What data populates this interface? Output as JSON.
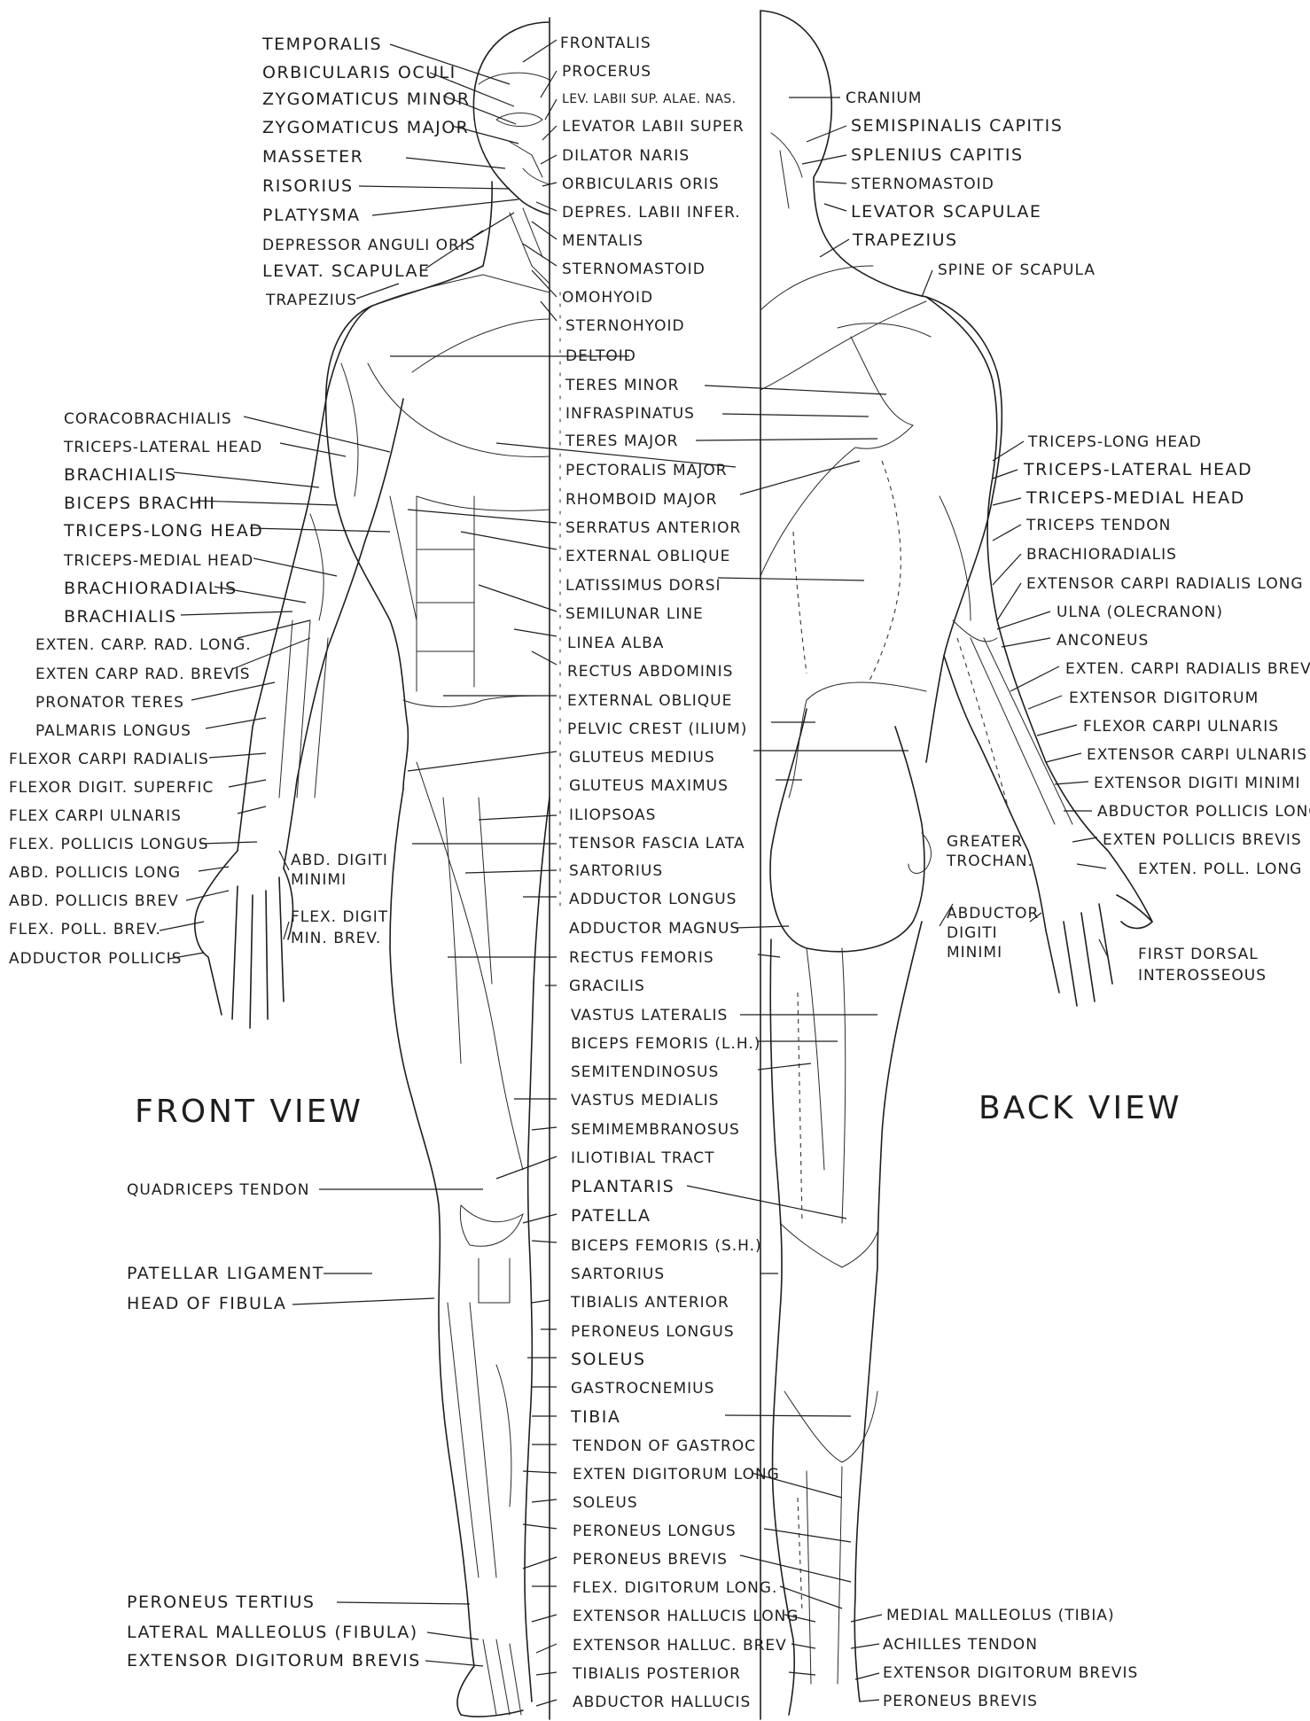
{
  "titles": {
    "front": "FRONT VIEW",
    "back": "BACK VIEW"
  },
  "front_left_labels": [
    "TEMPORALIS",
    "ORBICULARIS OCULI",
    "ZYGOMATICUS MINOR",
    "ZYGOMATICUS MAJOR",
    "MASSETER",
    "RISORIUS",
    "PLATYSMA",
    "DEPRESSOR ANGULI ORIS",
    "LEVAT. SCAPULAE",
    "TRAPEZIUS",
    "CORACOBRACHIALIS",
    "TRICEPS-LATERAL HEAD",
    "BRACHIALIS",
    "BICEPS BRACHII",
    "TRICEPS-LONG HEAD",
    "TRICEPS-MEDIAL HEAD",
    "BRACHIORADIALIS",
    "BRACHIALIS",
    "EXTEN. CARP. RAD. LONG.",
    "EXTEN CARP RAD. BREVIS",
    "PRONATOR TERES",
    "PALMARIS LONGUS",
    "FLEXOR CARPI RADIALIS",
    "FLEXOR DIGIT. SUPERFIC",
    "FLEX CARPI ULNARIS",
    "FLEX. POLLICIS LONGUS",
    "ABD. POLLICIS LONG",
    "ABD. POLLICIS BREV",
    "FLEX. POLL. BREV.",
    "ADDUCTOR POLLICIS",
    "QUADRICEPS TENDON",
    "PATELLAR LIGAMENT",
    "HEAD OF FIBULA",
    "PERONEUS TERTIUS",
    "LATERAL MALLEOLUS (FIBULA)",
    "EXTENSOR DIGITORUM BREVIS"
  ],
  "hand_labels": [
    "ABD. DIGITI",
    "MINIMI",
    "FLEX. DIGIT",
    "MIN. BREV."
  ],
  "center_labels": [
    "FRONTALIS",
    "PROCERUS",
    "LEV. LABII SUP. ALAE. NAS.",
    "LEVATOR LABII SUPER",
    "DILATOR NARIS",
    "ORBICULARIS ORIS",
    "DEPRES. LABII INFER.",
    "MENTALIS",
    "STERNOMASTOID",
    "OMOHYOID",
    "STERNOHYOID",
    "DELTOID",
    "TERES MINOR",
    "INFRASPINATUS",
    "TERES MAJOR",
    "PECTORALIS MAJOR",
    "RHOMBOID MAJOR",
    "SERRATUS ANTERIOR",
    "EXTERNAL OBLIQUE",
    "LATISSIMUS DORSI",
    "SEMILUNAR LINE",
    "LINEA ALBA",
    "RECTUS ABDOMINIS",
    "EXTERNAL OBLIQUE",
    "PELVIC CREST (ILIUM)",
    "GLUTEUS MEDIUS",
    "GLUTEUS MAXIMUS",
    "ILIOPSOAS",
    "TENSOR FASCIA LATA",
    "SARTORIUS",
    "ADDUCTOR LONGUS",
    "ADDUCTOR MAGNUS",
    "RECTUS FEMORIS",
    "GRACILIS",
    "VASTUS LATERALIS",
    "BICEPS FEMORIS (L.H.)",
    "SEMITENDINOSUS",
    "VASTUS MEDIALIS",
    "SEMIMEMBRANOSUS",
    "ILIOTIBIAL TRACT",
    "PLANTARIS",
    "PATELLA",
    "BICEPS FEMORIS (S.H.)",
    "SARTORIUS",
    "TIBIALIS ANTERIOR",
    "PERONEUS LONGUS",
    "SOLEUS",
    "GASTROCNEMIUS",
    "TIBIA",
    "TENDON OF GASTROC",
    "EXTEN DIGITORUM LONG",
    "SOLEUS",
    "PERONEUS LONGUS",
    "PERONEUS BREVIS",
    "FLEX. DIGITORUM LONG.",
    "EXTENSOR HALLUCIS LONG",
    "EXTENSOR HALLUC. BREV",
    "TIBIALIS POSTERIOR",
    "ABDUCTOR HALLUCIS"
  ],
  "back_right_labels": [
    "CRANIUM",
    "SEMISPINALIS CAPITIS",
    "SPLENIUS CAPITIS",
    "STERNOMASTOID",
    "LEVATOR SCAPULAE",
    "TRAPEZIUS",
    "SPINE OF SCAPULA",
    "TRICEPS-LONG HEAD",
    "TRICEPS-LATERAL HEAD",
    "TRICEPS-MEDIAL HEAD",
    "TRICEPS TENDON",
    "BRACHIORADIALIS",
    "EXTENSOR CARPI RADIALIS LONG",
    "ULNA (OLECRANON)",
    "ANCONEUS",
    "EXTEN. CARPI RADIALIS BREV",
    "EXTENSOR DIGITORUM",
    "FLEXOR CARPI ULNARIS",
    "EXTENSOR CARPI ULNARIS",
    "EXTENSOR DIGITI MINIMI",
    "ABDUCTOR POLLICIS LONG.",
    "EXTEN POLLICIS BREVIS",
    "EXTEN. POLL. LONG",
    "GREATER",
    "TROCHAN.",
    "ABDUCTOR",
    "DIGITI",
    "MINIMI",
    "FIRST DORSAL",
    "INTEROSSEOUS",
    "MEDIAL MALLEOLUS (TIBIA)",
    "ACHILLES TENDON",
    "EXTENSOR DIGITORUM BREVIS",
    "PERONEUS BREVIS"
  ]
}
